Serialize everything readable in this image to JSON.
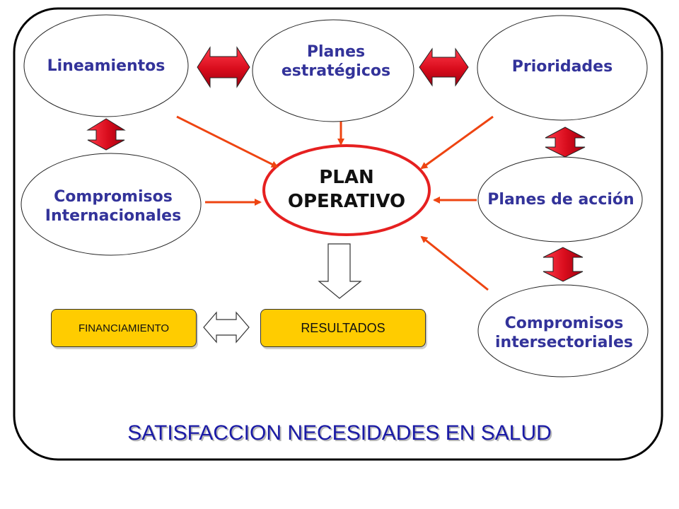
{
  "nodes": {
    "lineamientos": "Lineamientos",
    "planes_estrategicos": "Planes\nestratégicos",
    "prioridades": "Prioridades",
    "compromisos_internacionales": "Compromisos\nInternacionales",
    "plan_operativo": "PLAN\nOPERATIVO",
    "planes_accion": "Planes de acción",
    "compromisos_intersectoriales": "Compromisos\nintersectoriales"
  },
  "boxes": {
    "financiamiento": "FINANCIAMIENTO",
    "resultados": "RESULTADOS"
  },
  "footer": "SATISFACCION NECESIDADES EN SALUD",
  "colors": {
    "node_text": "#33339a",
    "red_arrow": "#ee4411",
    "double_arrow": "#dd1122",
    "box_fill": "#ffcc00",
    "center_border": "#e62020",
    "footer_text": "#1a1aa6"
  }
}
